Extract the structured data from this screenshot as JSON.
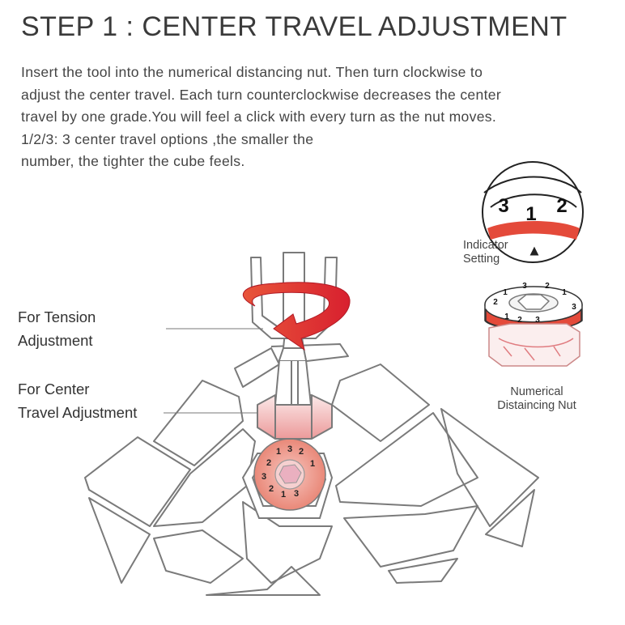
{
  "title": "STEP 1 : CENTER TRAVEL ADJUSTMENT",
  "paragraph": {
    "line1": "Insert the tool into the numerical distancing nut. Then turn clockwise to",
    "line2": "adjust the center travel. Each turn  counterclockwise decreases the center",
    "line3": "travel by one grade.You will feel a click with every turn as the nut moves.",
    "line4": "1/2/3: 3 center travel options ,the smaller the",
    "line5": "number, the tighter the cube feels."
  },
  "labels": {
    "tension": [
      "For Tension",
      "Adjustment"
    ],
    "center_travel": [
      "For Center",
      "Travel Adjustment"
    ],
    "indicator": [
      "Indicator",
      "Setting"
    ],
    "nut": [
      "Numerical",
      "Distaincing Nut"
    ]
  },
  "dial": {
    "zoom_numbers": [
      "3",
      "1",
      "2"
    ],
    "nut_numbers": [
      "1",
      "3",
      "2",
      "1",
      "3",
      "2",
      "1",
      "2",
      "3"
    ],
    "center_numbers": [
      "1",
      "3",
      "2",
      "2",
      "1",
      "3",
      "2",
      "1",
      "3"
    ]
  },
  "colors": {
    "accent_red": "#e53a3a",
    "pink": "#f0c4c4",
    "outline": "#7a7a7a"
  }
}
